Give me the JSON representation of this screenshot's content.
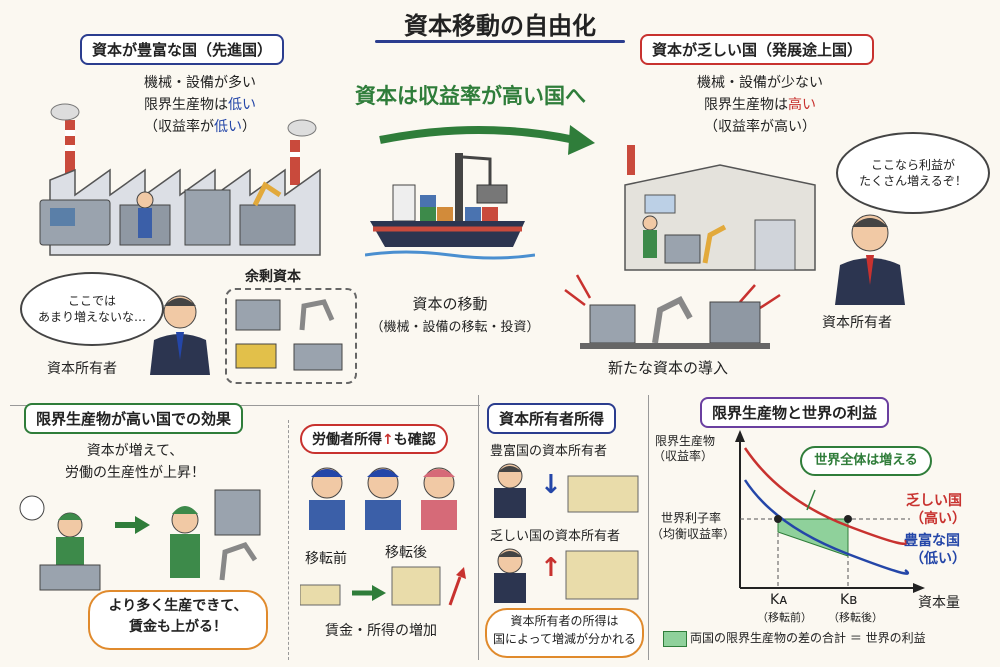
{
  "title": "資本移動の自由化",
  "rich": {
    "header": "資本が豊富な国（先進国）",
    "line1": "機械・設備が多い",
    "line2_pre": "限界生産物は",
    "line2_hl": "低い",
    "line3_pre": "（収益率が",
    "line3_hl": "低い",
    "line3_post": "）",
    "surplus": "余剰資本",
    "thought": "ここでは\nあまり増えないな…",
    "owner": "資本所有者"
  },
  "arrow_label": "資本は収益率が高い国へ",
  "transfer": {
    "label": "資本の移動",
    "sub": "（機械・設備の移転・投資）"
  },
  "poor": {
    "header": "資本が乏しい国（発展途上国）",
    "line1": "機械・設備が少ない",
    "line2_pre": "限界生産物は",
    "line2_hl": "高い",
    "line3": "（収益率が高い）",
    "thought": "ここなら利益が\nたくさん増えるぞ！",
    "owner": "資本所有者",
    "new_capital": "新たな資本の導入"
  },
  "effects": {
    "header": "限界生産物が高い国での効果",
    "text1": "資本が増えて、",
    "text2": "労働の生産性が上昇！",
    "bubble": "より多く生産できて、\n賃金も上がる！",
    "income_box_pre": "労働者所得",
    "income_box_arrow": "↑",
    "income_box_post": "も確認",
    "before": "移転前",
    "after": "移転後",
    "increase": "賃金・所得の増加"
  },
  "owner_income": {
    "header": "資本所有者所得",
    "rich_owner": "豊富国の資本所有者",
    "poor_owner": "乏しい国の資本所有者",
    "note": "資本所有者の所得は\n国によって増減が分かれる",
    "down_arrow": "↓",
    "up_arrow": "↑"
  },
  "chart": {
    "header": "限界生産物と世界の利益",
    "ylabel1": "限界生産物",
    "ylabel2": "（収益率）",
    "rate1": "世界利子率",
    "rate2": "（均衡収益率）",
    "callout": "世界全体は増える",
    "poor_curve1": "乏しい国",
    "poor_curve2": "（高い）",
    "rich_curve1": "豊富な国",
    "rich_curve2": "（低い）",
    "ka": "Kᴀ",
    "ka_sub": "（移転前）",
    "kb": "Kʙ",
    "kb_sub": "（移転後）",
    "xlabel": "資本量",
    "legend": "両国の限界生産物の差の合計 ＝ 世界の利益"
  },
  "colors": {
    "blue": "#2446a8",
    "red": "#c8322f",
    "green": "#2f7d3a",
    "purple": "#6a3fa0"
  }
}
